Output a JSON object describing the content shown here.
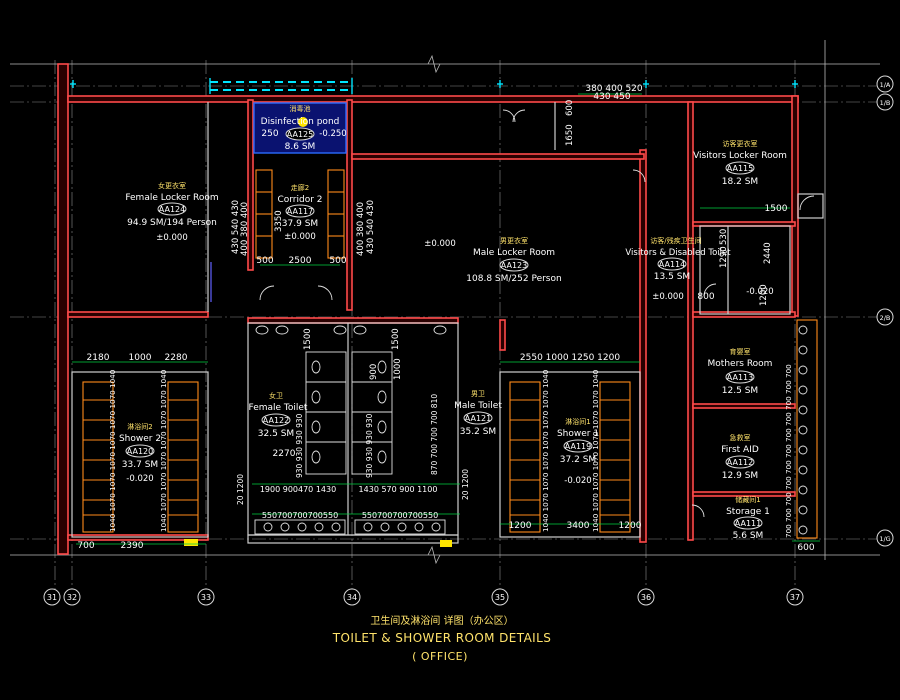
{
  "title": {
    "cn": "卫生间及淋浴间 详图（办公区）",
    "en": "TOILET & SHOWER ROOM DETAILS",
    "sub": "( OFFICE)"
  },
  "grid_labels": {
    "col_31": "31",
    "col_32": "32",
    "col_33": "33",
    "col_34": "34",
    "col_35": "35",
    "col_36": "36",
    "col_37": "37",
    "row_1a": "1/A",
    "row_1b": "1/B",
    "row_2b": "2/B",
    "row_1g": "1/G"
  },
  "rooms": {
    "disinfection": {
      "cn": "消毒池",
      "name": "Disinfection pond",
      "id": "AA125",
      "area": "8.6 SM",
      "level": "-0.250",
      "dim": "250"
    },
    "female_locker": {
      "cn": "女更衣室",
      "name": "Female Locker Room",
      "id": "AA124",
      "area": "94.9 SM/194 Person",
      "level": "±0.000"
    },
    "corridor2": {
      "cn": "走廊2",
      "name": "Corridor 2",
      "id": "AA117",
      "area": "37.9 SM",
      "level": "±0.000"
    },
    "male_locker": {
      "cn": "男更衣室",
      "name": "Male Locker Room",
      "id": "AA123",
      "area": "108.8 SM/252 Person",
      "level": "±0.000"
    },
    "visitors_locker": {
      "cn": "访客更衣室",
      "name": "Visitors Locker Room",
      "id": "AA115",
      "area": "18.2 SM"
    },
    "visitors_disabled": {
      "cn": "访客/残疾卫生间",
      "name": "Visitors & Disabled Toilet",
      "id": "AA114",
      "area": "13.5 SM",
      "level": "±0.000",
      "level2": "-0.020"
    },
    "mothers_room": {
      "cn": "育婴室",
      "name": "Mothers Room",
      "id": "AA113",
      "area": "12.5 SM"
    },
    "first_aid": {
      "cn": "急救室",
      "name": "First AID",
      "id": "AA112",
      "area": "12.9 SM"
    },
    "storage1": {
      "cn": "储藏间1",
      "name": "Storage 1",
      "id": "AA111",
      "area": "5.6 SM"
    },
    "shower2": {
      "cn": "淋浴间2",
      "name": "Shower 2",
      "id": "AA120",
      "area": "33.7 SM",
      "level": "-0.020"
    },
    "female_toilet": {
      "cn": "女卫",
      "name": "Female Toilet",
      "id": "AA122",
      "area": "32.5 SM"
    },
    "male_toilet": {
      "cn": "男卫",
      "name": "Male Toilet",
      "id": "AA121",
      "area": "35.2 SM"
    },
    "shower1": {
      "cn": "淋浴间1",
      "name": "Shower 1",
      "id": "AA119",
      "area": "37.2 SM",
      "level": "-0.020"
    }
  },
  "dims": {
    "top_380_400_520": "380 400  520",
    "top_430_450": "430  450",
    "d1650": "1650",
    "d600": "600",
    "d1500_vis": "1500",
    "d2440": "2440",
    "d1290": "1290",
    "d530": "530",
    "d800": "800",
    "d1200_vis": "1200",
    "corr_430_540_430": "430  540  430",
    "corr_400_380_400": "400 380  400",
    "corr_3350": "3350",
    "corr_2500": "2500",
    "corr_500a": "500",
    "corr_500b": "500",
    "corr_400_380_400_r": "400 380  400",
    "corr_430_540_430_r": "430  540  430",
    "s2_2180": "2180",
    "s2_1000": "1000",
    "s2_2280": "2280",
    "s2_col": "1040 1070 1070 1070 1070 1070 1070 1040",
    "s2_col_r": "1040 1070 1070 1070 1070 1070 1070 1040",
    "s2_bottom": "2390",
    "s2_bottom_l": "700",
    "ft_1500": "1500",
    "ft_col_a": "930 930 930 930",
    "ft_col_b": "930 930 930 930",
    "ft_2270": "2270",
    "ft_900": "900",
    "ft_1000": "1000",
    "ft_bottom": "1900  900470 1430",
    "ft_fixtures": "550700700700550",
    "ft_side": "20 1200",
    "mt_1500": "1500",
    "mt_col": "870 700 700 700 810",
    "mt_bottom": "1430  570 900  1100",
    "mt_fixtures": "550700700700550",
    "mt_side": "20 1200",
    "s1_top": "2550      1000 1250  1200",
    "s1_col": "1040 1070 1070 1070 1070 1070 1070 1040",
    "s1_col_r": "1040 1070 1070 1070 1070 1070 1070 1040",
    "s1_1200a": "1200",
    "s1_3400": "3400",
    "s1_1200b": "1200",
    "right_col": "700 700 700 700 700 700 700 700 700 700 700",
    "d600_bottom": "600"
  }
}
